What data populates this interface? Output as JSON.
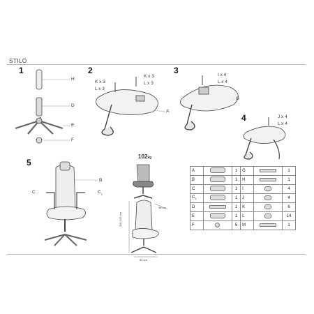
{
  "title": "STILO",
  "steps": [
    "1",
    "2",
    "3",
    "4",
    "5"
  ],
  "step1_labels": {
    "h": "H",
    "d": "D",
    "e": "E",
    "f": "F"
  },
  "step2_labels": {
    "k_left": "K x 3",
    "l_left": "L x 3",
    "k_right": "K x 3",
    "l_right": "L x 3",
    "a": "A"
  },
  "step3_labels": {
    "i": "I x 4",
    "l": "L x 4",
    "g": "G"
  },
  "step4_labels": {
    "j": "J x 4",
    "l": "L x 4"
  },
  "step5_labels": {
    "b": "B",
    "c": "C",
    "c1_main": "C",
    "c1_sub": "1"
  },
  "capacity": {
    "value": "102",
    "unit": "kg"
  },
  "dimensions": {
    "depth": "46 cm",
    "width": "64 cm",
    "height": "116-122 cm"
  },
  "parts": [
    {
      "code": "A",
      "icon": "seat-plate-icon",
      "qty": "1",
      "code2": "G",
      "icon2": "gas-lift-icon",
      "qty2": "1"
    },
    {
      "code": "B",
      "icon": "backrest-icon",
      "qty": "1",
      "code2": "H",
      "icon2": "cylinder-cover-icon",
      "qty2": "1"
    },
    {
      "code": "C",
      "icon": "armrest-icon",
      "qty": "1",
      "code2": "I",
      "icon2": "screw-icon",
      "qty2": "4"
    },
    {
      "code": "C",
      "code_sub": "1",
      "icon": "armrest-icon",
      "qty": "1",
      "code2": "J",
      "icon2": "screw-icon",
      "qty2": "4"
    },
    {
      "code": "D",
      "icon": "gas-cylinder-icon",
      "qty": "1",
      "code2": "K",
      "icon2": "screw-icon",
      "qty2": "6"
    },
    {
      "code": "E",
      "icon": "star-base-icon",
      "qty": "1",
      "code2": "L",
      "icon2": "washer-icon",
      "qty2": "14"
    },
    {
      "code": "F",
      "icon": "caster-icon",
      "qty": "5",
      "code2": "M",
      "icon2": "allen-key-icon",
      "qty2": "1"
    }
  ]
}
